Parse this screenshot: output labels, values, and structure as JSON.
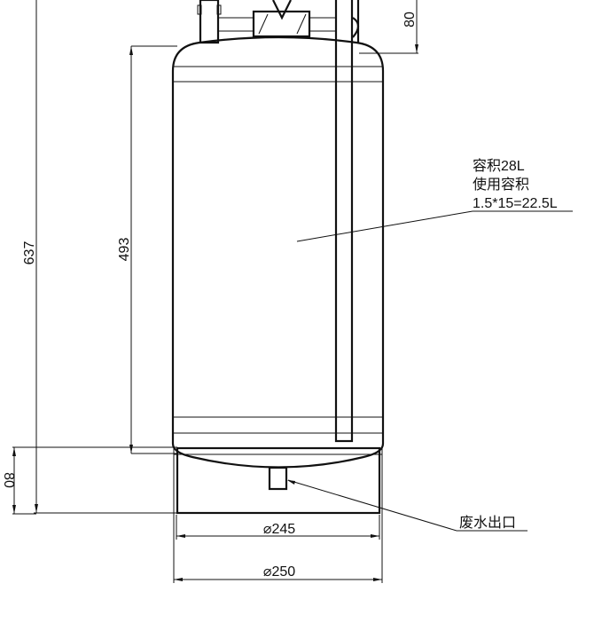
{
  "dimensions": {
    "overall_height": "637",
    "body_height": "493",
    "base_height": "80",
    "top_height": "80",
    "inner_diameter": "⌀245",
    "outer_diameter": "⌀250"
  },
  "annotations": {
    "volume_line1": "容积28L",
    "volume_line2": "使用容积",
    "volume_line3": "1.5*15=22.5L",
    "drain_outlet": "废水出口"
  }
}
